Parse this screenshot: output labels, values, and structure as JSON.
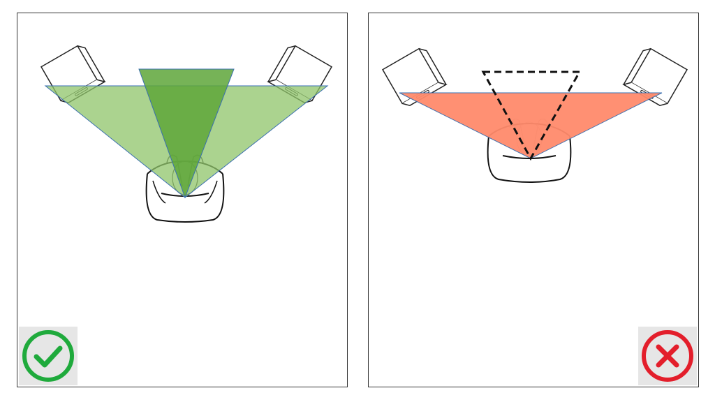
{
  "panels": [
    {
      "id": "correct-setup",
      "status": "correct",
      "status_icon": "check-circle-icon",
      "status_color": "#1faa3c",
      "triangle_colors": {
        "outer": "#8fc46a",
        "inner": "#5ea63a"
      }
    },
    {
      "id": "incorrect-setup",
      "status": "incorrect",
      "status_icon": "x-circle-icon",
      "status_color": "#e31e2b",
      "triangle_colors": {
        "outer": "#ff8a6b",
        "ideal_outline": "#111111"
      }
    }
  ]
}
